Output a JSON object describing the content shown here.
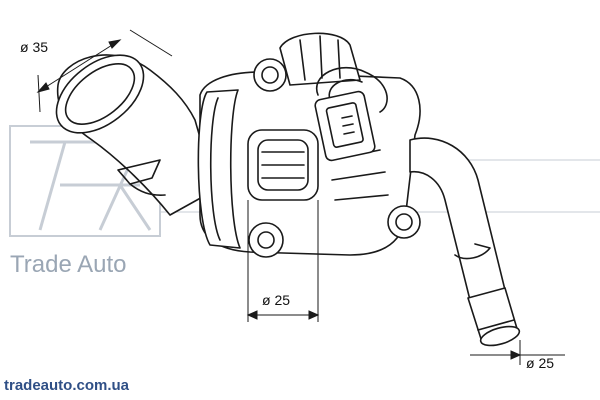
{
  "dimensions": {
    "inlet_diameter": "ø 35",
    "center_diameter": "ø 25",
    "outlet_diameter": "ø 25"
  },
  "watermark": {
    "brand": "Trade Auto",
    "site": "tradeauto.com.ua"
  },
  "colors": {
    "line": "#1a1a1a",
    "watermark": "#9aa6b4",
    "site_text": "#2f4f86"
  }
}
